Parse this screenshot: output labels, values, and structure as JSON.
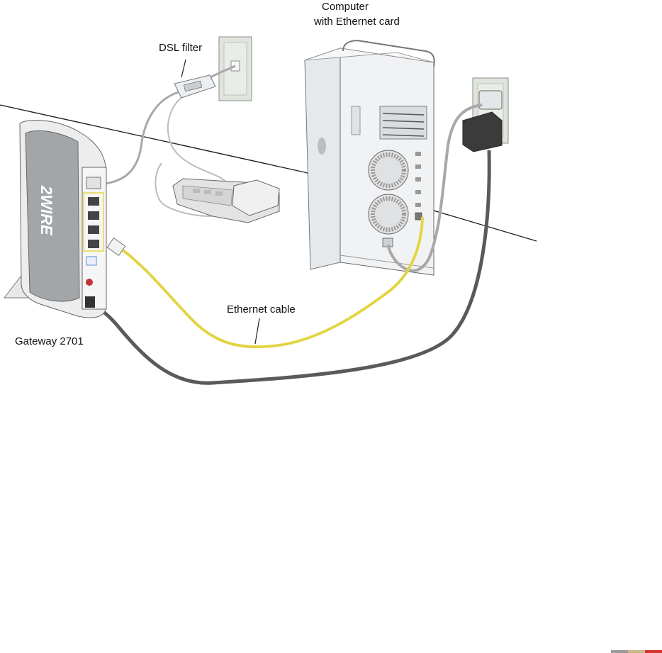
{
  "labels": {
    "computer_line1": "Computer",
    "computer_line2": "with Ethernet card",
    "dsl_filter": "DSL filter",
    "ethernet_cable": "Ethernet cable",
    "gateway": "Gateway 2701",
    "gateway_brand": "2WIRE"
  },
  "colors": {
    "ethernet_cable": "#e6d84a",
    "power_cable": "#5a5a5a",
    "phone_cable": "#a8a8a8",
    "outlet": "#dfe4dd",
    "adapter": "#3b3b3b",
    "footer_bar": [
      "#9a9a9a",
      "#c9b98a",
      "#d6322e"
    ]
  }
}
